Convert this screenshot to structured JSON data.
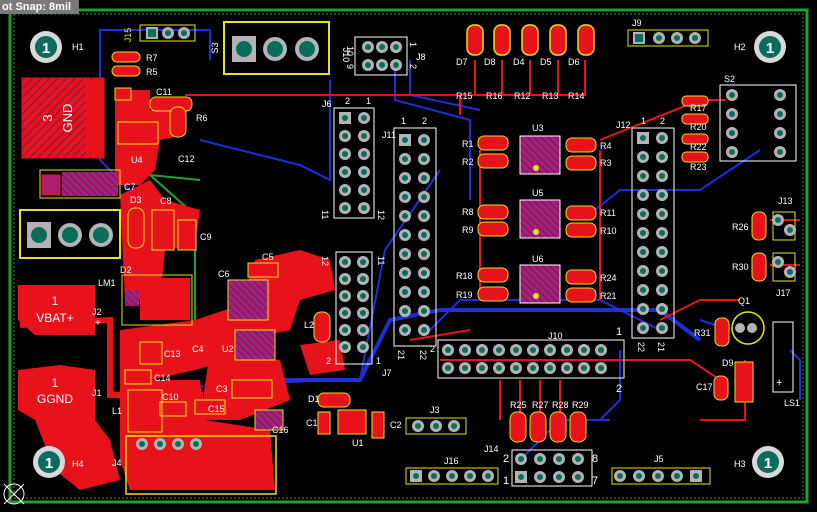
{
  "status": {
    "snap_label": "ot Snap: 8mil"
  },
  "colors": {
    "board_outline": "#22a12a",
    "top_copper": "#e8121b",
    "bottom_copper": "#1e2fd8",
    "silkscreen": "#e7e21f",
    "pad": "#b3b3b3",
    "hole": "#0b6b5c",
    "background": "#000000"
  },
  "mounting_holes": [
    {
      "ref": "H1",
      "label": "1"
    },
    {
      "ref": "H2",
      "label": "1"
    },
    {
      "ref": "H3",
      "label": "1"
    },
    {
      "ref": "H4",
      "label": "1"
    }
  ],
  "power_pads": {
    "gnd_pad": {
      "num": "3",
      "name": "GND"
    },
    "vbat_pad": {
      "num": "1",
      "name": "VBAT+"
    },
    "ggnd_pad": {
      "num": "1",
      "name": "GGND"
    }
  },
  "designators": {
    "J15": "J15",
    "R7": "R7",
    "R5": "R5",
    "S3": "S3",
    "J10a": "J10",
    "J8": "J8",
    "D7": "D7",
    "D8": "D8",
    "D4": "D4",
    "D5": "D5",
    "D6": "D6",
    "J9": "J9",
    "H2": "H2",
    "C11": "C11",
    "R6": "R6",
    "C12": "C12",
    "U4": "U4",
    "C7": "C7",
    "D3": "D3",
    "C8": "C8",
    "C9": "C9",
    "D2": "D2",
    "LM1": "LM1",
    "J2": "J2",
    "C6": "C6",
    "C5": "C5",
    "C4": "C4",
    "U2": "U2",
    "L2": "L2",
    "C13": "C13",
    "C14": "C14",
    "C10": "C10",
    "C3": "C3",
    "C15": "C15",
    "C16": "C16",
    "J1": "J1",
    "L1": "L1",
    "J4": "J4",
    "H4": "H4",
    "D1": "D1",
    "C1": "C1",
    "U1": "U1",
    "C2": "C2",
    "J7": "J7",
    "J3": "J3",
    "J16": "J16",
    "J6": "J6",
    "J11": "J11",
    "J12": "J12",
    "R15": "R15",
    "R16": "R16",
    "R12": "R12",
    "R13": "R13",
    "R14": "R14",
    "U3": "U3",
    "R1": "R1",
    "R2": "R2",
    "R4": "R4",
    "R3": "R3",
    "U5": "U5",
    "R8": "R8",
    "R9": "R9",
    "R11": "R11",
    "R10": "R10",
    "U6": "U6",
    "R18": "R18",
    "R19": "R19",
    "R24": "R24",
    "R21": "R21",
    "S2": "S2",
    "R17": "R17",
    "R20": "R20",
    "R22": "R22",
    "R23": "R23",
    "J13": "J13",
    "R26": "R26",
    "R30": "R30",
    "J17": "J17",
    "Q1": "Q1",
    "R31": "R31",
    "D9": "D9",
    "C17": "C17",
    "LS1": "LS1",
    "J10": "J10",
    "R25": "R25",
    "R27": "R27",
    "R28": "R28",
    "R29": "R29",
    "J14": "J14",
    "J5": "J5",
    "H3": "H3",
    "H1": "H1"
  },
  "pin_labels": {
    "j6_top": "2",
    "j6_top_r": "1",
    "j6_bot_l": "11",
    "j6_bot_r": "12",
    "j11_top_l": "1",
    "j11_top_r": "2",
    "j11_bot_l": "21",
    "j11_bot_r": "22",
    "j7_top_l": "12",
    "j7_top_r": "11",
    "j7_bot_l": "2",
    "j7_bot_r": "1",
    "j12_top_l": "1",
    "j12_top_r": "2",
    "j12_bot_l": "22",
    "j12_bot_r": "21",
    "j10_l": "2",
    "j10_r1": "1",
    "j10_r2": "2",
    "j8_a": "10",
    "j8_b": "9",
    "j8_c": "1",
    "j8_d": "2",
    "j14_l": "2",
    "j14_r": "8",
    "j14_bl": "1",
    "j14_br": "7",
    "ls1_plus": "+",
    "j2_plus": "+"
  }
}
